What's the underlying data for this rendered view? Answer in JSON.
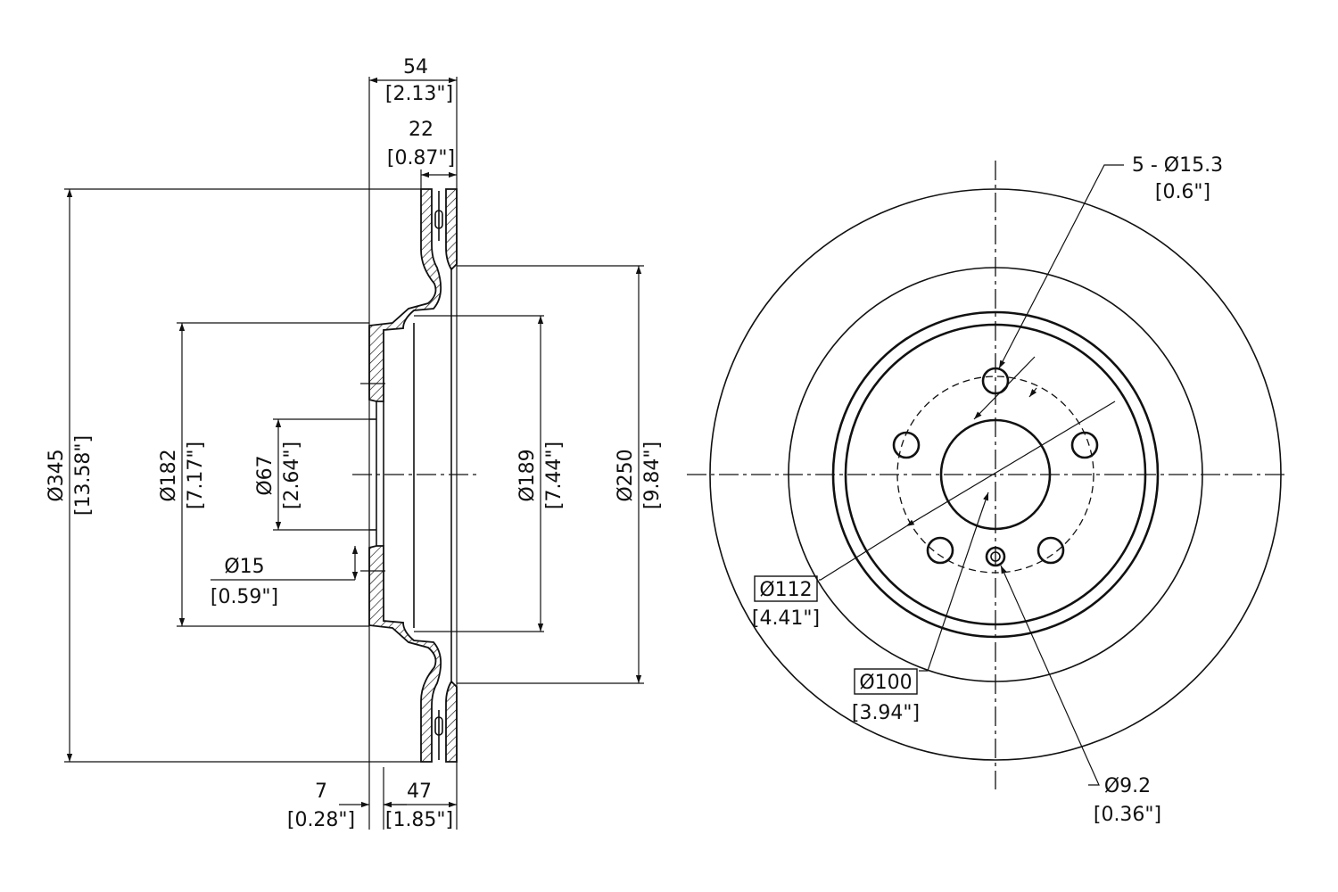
{
  "dimensions": {
    "overall_width": {
      "mm": "54",
      "inch": "[2.13\"]"
    },
    "disc_thickness": {
      "mm": "22",
      "inch": "[0.87\"]"
    },
    "outer_diameter": {
      "mm": "Ø345",
      "inch": "[13.58\"]"
    },
    "hat_diameter": {
      "mm": "Ø182",
      "inch": "[7.17\"]"
    },
    "center_bore": {
      "mm": "Ø67",
      "inch": "[2.64\"]"
    },
    "inner_diameter": {
      "mm": "Ø189",
      "inch": "[7.44\"]"
    },
    "friction_inner": {
      "mm": "Ø250",
      "inch": "[9.84\"]"
    },
    "stud_hole": {
      "mm": "Ø15",
      "inch": "[0.59\"]"
    },
    "hat_thickness": {
      "mm": "7",
      "inch": "[0.28\"]"
    },
    "hat_height": {
      "mm": "47",
      "inch": "[1.85\"]"
    },
    "bolt_holes": {
      "mm": "5 - Ø15.3",
      "inch": "[0.6\"]"
    },
    "bolt_circle_a": {
      "mm": "Ø112",
      "inch": "[4.41\"]"
    },
    "bolt_circle_b": {
      "mm": "Ø100",
      "inch": "[3.94\"]"
    },
    "locator_hole": {
      "mm": "Ø9.2",
      "inch": "[0.36\"]"
    }
  }
}
